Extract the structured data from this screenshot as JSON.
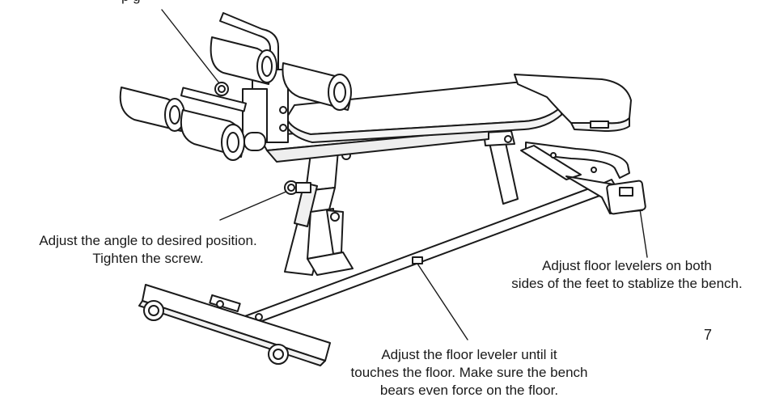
{
  "top_label_partial": "p        g",
  "notes": {
    "angle": {
      "line1": "Adjust the angle to desired position.",
      "line2": "Tighten the screw."
    },
    "feet": {
      "line1": "Adjust floor levelers on both",
      "line2": "sides of the feet to stablize the bench."
    },
    "floor": {
      "line1": "Adjust the floor leveler until it",
      "line2": "touches the floor. Make sure the bench",
      "line3": "bears even force on the floor."
    }
  },
  "page_number": "7",
  "colors": {
    "line": "#1a1a1a",
    "fill": "#ffffff"
  }
}
